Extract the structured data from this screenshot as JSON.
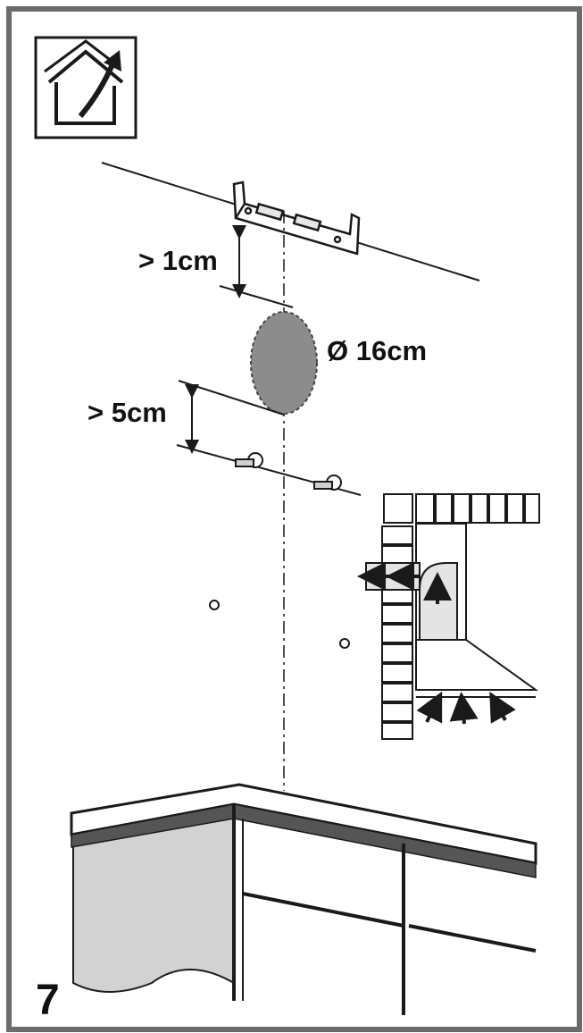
{
  "labels": {
    "gap_top": "> 1cm",
    "hole_diameter": "Ø 16cm",
    "gap_bottom": "> 5cm",
    "step_number": "7"
  },
  "icons": {
    "corner_badge": "house-exhaust-icon"
  },
  "colors": {
    "frame": "#6b6b6b",
    "hole_fill": "#8c8c8c",
    "cabinet_side": "#d2d2d2",
    "line": "#1a1a1a"
  }
}
